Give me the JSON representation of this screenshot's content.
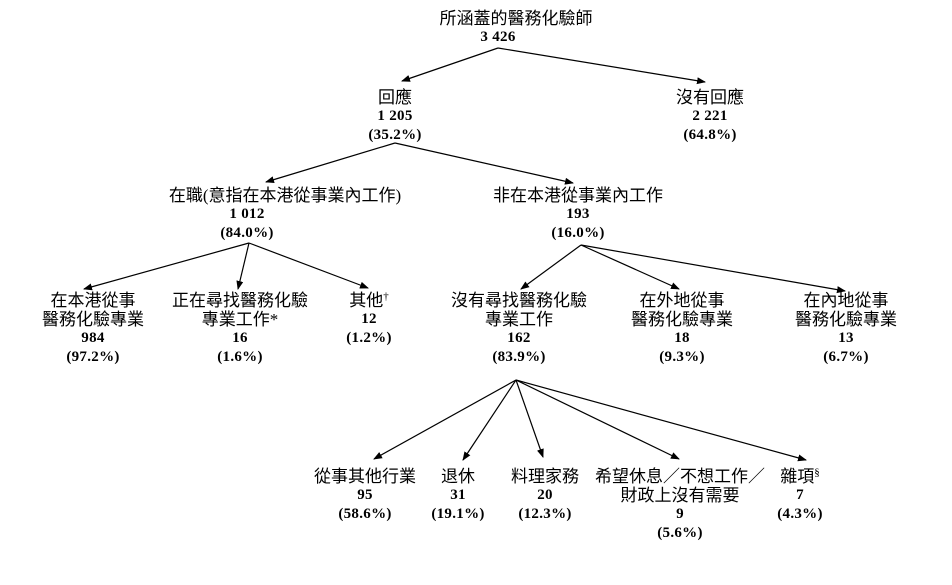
{
  "diagram": {
    "type": "tree-flowchart",
    "colors": {
      "background": "#ffffff",
      "text": "#000000",
      "arrow": "#000000"
    }
  },
  "nodes": {
    "root": {
      "label": "所涵蓋的醫務化驗師",
      "value": "3 426"
    },
    "respond": {
      "label": "回應",
      "value": "1 205",
      "percent": "(35.2%)"
    },
    "no_respond": {
      "label": "沒有回應",
      "value": "2 221",
      "percent": "(64.8%)"
    },
    "working": {
      "label": "在職(意指在本港從事業內工作)",
      "value": "1 012",
      "percent": "(84.0%)"
    },
    "not_local_working": {
      "label": "非在本港從事業內工作",
      "value": "193",
      "percent": "(16.0%)"
    },
    "local_practice": {
      "label": "在本港從事\n醫務化驗專業",
      "value": "984",
      "percent": "(97.2%)"
    },
    "seeking_job": {
      "label": "正在尋找醫務化驗\n專業工作*",
      "value": "16",
      "percent": "(1.6%)"
    },
    "other": {
      "label": "其他",
      "sup": "†",
      "value": "12",
      "percent": "(1.2%)"
    },
    "not_seeking": {
      "label": "沒有尋找醫務化驗\n專業工作",
      "value": "162",
      "percent": "(83.9%)"
    },
    "overseas_practice": {
      "label": "在外地從事\n醫務化驗專業",
      "value": "18",
      "percent": "(9.3%)"
    },
    "mainland_practice": {
      "label": "在內地從事\n醫務化驗專業",
      "value": "13",
      "percent": "(6.7%)"
    },
    "other_industry": {
      "label": "從事其他行業",
      "value": "95",
      "percent": "(58.6%)"
    },
    "retired": {
      "label": "退休",
      "value": "31",
      "percent": "(19.1%)"
    },
    "housework": {
      "label": "料理家務",
      "value": "20",
      "percent": "(12.3%)"
    },
    "rest_no_need": {
      "label": "希望休息／不想工作／\n財政上沒有需要",
      "value": "9",
      "percent": "(5.6%)"
    },
    "miscellaneous": {
      "label": "雜項",
      "sup": "§",
      "value": "7",
      "percent": "(4.3%)"
    }
  },
  "edges": [
    {
      "from": "root",
      "to": "respond"
    },
    {
      "from": "root",
      "to": "no_respond"
    },
    {
      "from": "respond",
      "to": "working"
    },
    {
      "from": "respond",
      "to": "not_local_working"
    },
    {
      "from": "working",
      "to": "local_practice"
    },
    {
      "from": "working",
      "to": "seeking_job"
    },
    {
      "from": "working",
      "to": "other"
    },
    {
      "from": "not_local_working",
      "to": "not_seeking"
    },
    {
      "from": "not_local_working",
      "to": "overseas_practice"
    },
    {
      "from": "not_local_working",
      "to": "mainland_practice"
    },
    {
      "from": "not_seeking",
      "to": "other_industry"
    },
    {
      "from": "not_seeking",
      "to": "retired"
    },
    {
      "from": "not_seeking",
      "to": "housework"
    },
    {
      "from": "not_seeking",
      "to": "rest_no_need"
    },
    {
      "from": "not_seeking",
      "to": "miscellaneous"
    }
  ]
}
